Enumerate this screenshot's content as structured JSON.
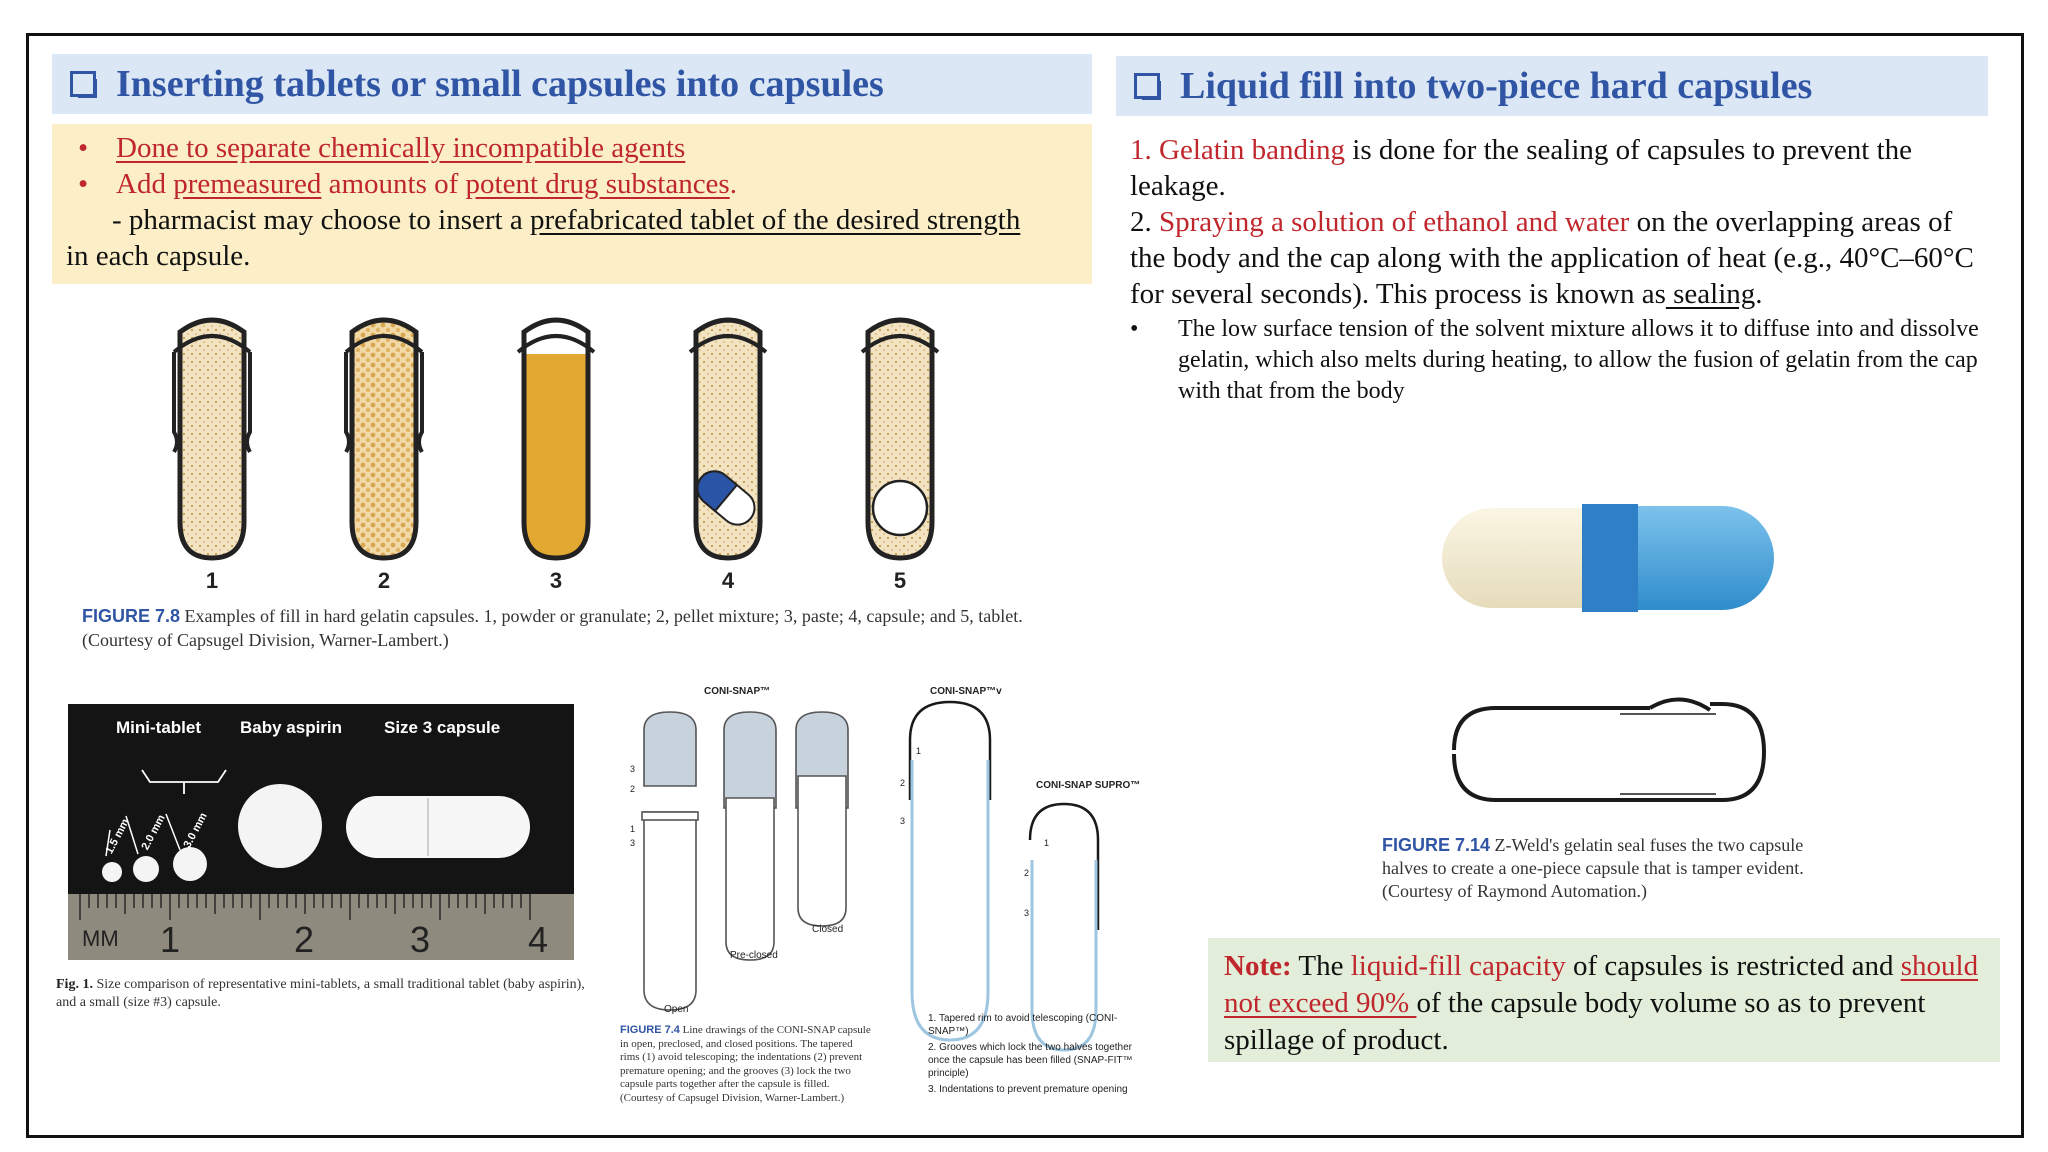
{
  "left_heading": "Inserting tablets or small capsules into capsules",
  "left_box": {
    "bullet1": "Done to separate chemically incompatible agents",
    "bullet2_pre": "Add ",
    "bullet2_u1": "premeasured",
    "bullet2_mid": " amounts of ",
    "bullet2_u2": "potent drug substances",
    "bullet2_end": ".",
    "line3_pre": "- pharmacist may choose to insert a ",
    "line3_u": "prefabricated tablet of the desired strength",
    "line4": "in each capsule."
  },
  "fig78": {
    "numbers": [
      "1",
      "2",
      "3",
      "4",
      "5"
    ],
    "label": "FIGURE 7.8",
    "caption": " Examples of fill in hard gelatin capsules. 1, powder or granulate; 2, pellet mixture; 3, paste; 4, capsule; and 5, tablet. (Courtesy of Capsugel Division, Warner-Lambert.)"
  },
  "photo": {
    "labels": [
      "Mini-tablet",
      "Baby aspirin",
      "Size 3 capsule"
    ],
    "sizes": [
      "1.5 mm",
      "2.0 mm",
      "3.0 mm"
    ],
    "ruler_unit": "MM",
    "ruler_numbers": [
      "1",
      "2",
      "3",
      "4"
    ],
    "fig_label": "Fig. 1.",
    "caption": " Size comparison of representative mini-tablets, a small traditional tablet (baby aspirin), and a small (size #3) capsule."
  },
  "coni": {
    "title_snap": "CONI-SNAP™",
    "title_snapv": "CONI-SNAP™v",
    "title_supro": "CONI-SNAP SUPRO™",
    "pos_open": "Open",
    "pos_preclosed": "Pre-closed",
    "pos_closed": "Closed",
    "n1": "1",
    "n2": "2",
    "n3": "3",
    "fig_label": "FIGURE 7.4",
    "caption": " Line drawings of the CONI-SNAP capsule in open, preclosed, and closed positions. The tapered rims (1) avoid telescoping; the indentations (2) prevent premature opening; and the grooves (3) lock the two capsule parts together after the capsule is filled. (Courtesy of Capsugel Division, Warner-Lambert.)",
    "notes": [
      "1. Tapered rim to avoid telescoping (CONI-SNAP™)",
      "2. Grooves which lock the two halves together once the capsule has been filled (SNAP-FIT™ principle)",
      "3. Indentations to prevent premature opening"
    ]
  },
  "right_heading": "Liquid fill into two-piece hard capsules",
  "right_text": {
    "p1_red": "1. Gelatin banding",
    "p1_rest": " is done for the sealing of capsules to prevent the leakage.",
    "p2_pre": "2. ",
    "p2_red": "Spraying a solution of ethanol and water",
    "p2_rest": " on the overlapping areas of the body and the cap along with the application of heat (e.g., 40°C–60°C for several seconds). This process is known as",
    "p2_u": " sealing",
    "p2_end": ".",
    "bullet": "The low surface tension of the solvent mixture allows it to diffuse into and dissolve gelatin, which also melts during heating, to allow the fusion of gelatin from the cap with that from the body"
  },
  "fig714": {
    "label": "FIGURE 7.14",
    "caption": " Z-Weld's gelatin seal fuses the two capsule halves to create a one-piece capsule that is tamper evident. (Courtesy of Raymond Automation.)"
  },
  "note": {
    "label": "Note:",
    "t1": " The ",
    "red1": "liquid-fill capacity",
    "t2": " of capsules is restricted and ",
    "red2": "should not exceed 90% ",
    "t3": "of the capsule body volume so as to prevent spillage of product."
  }
}
